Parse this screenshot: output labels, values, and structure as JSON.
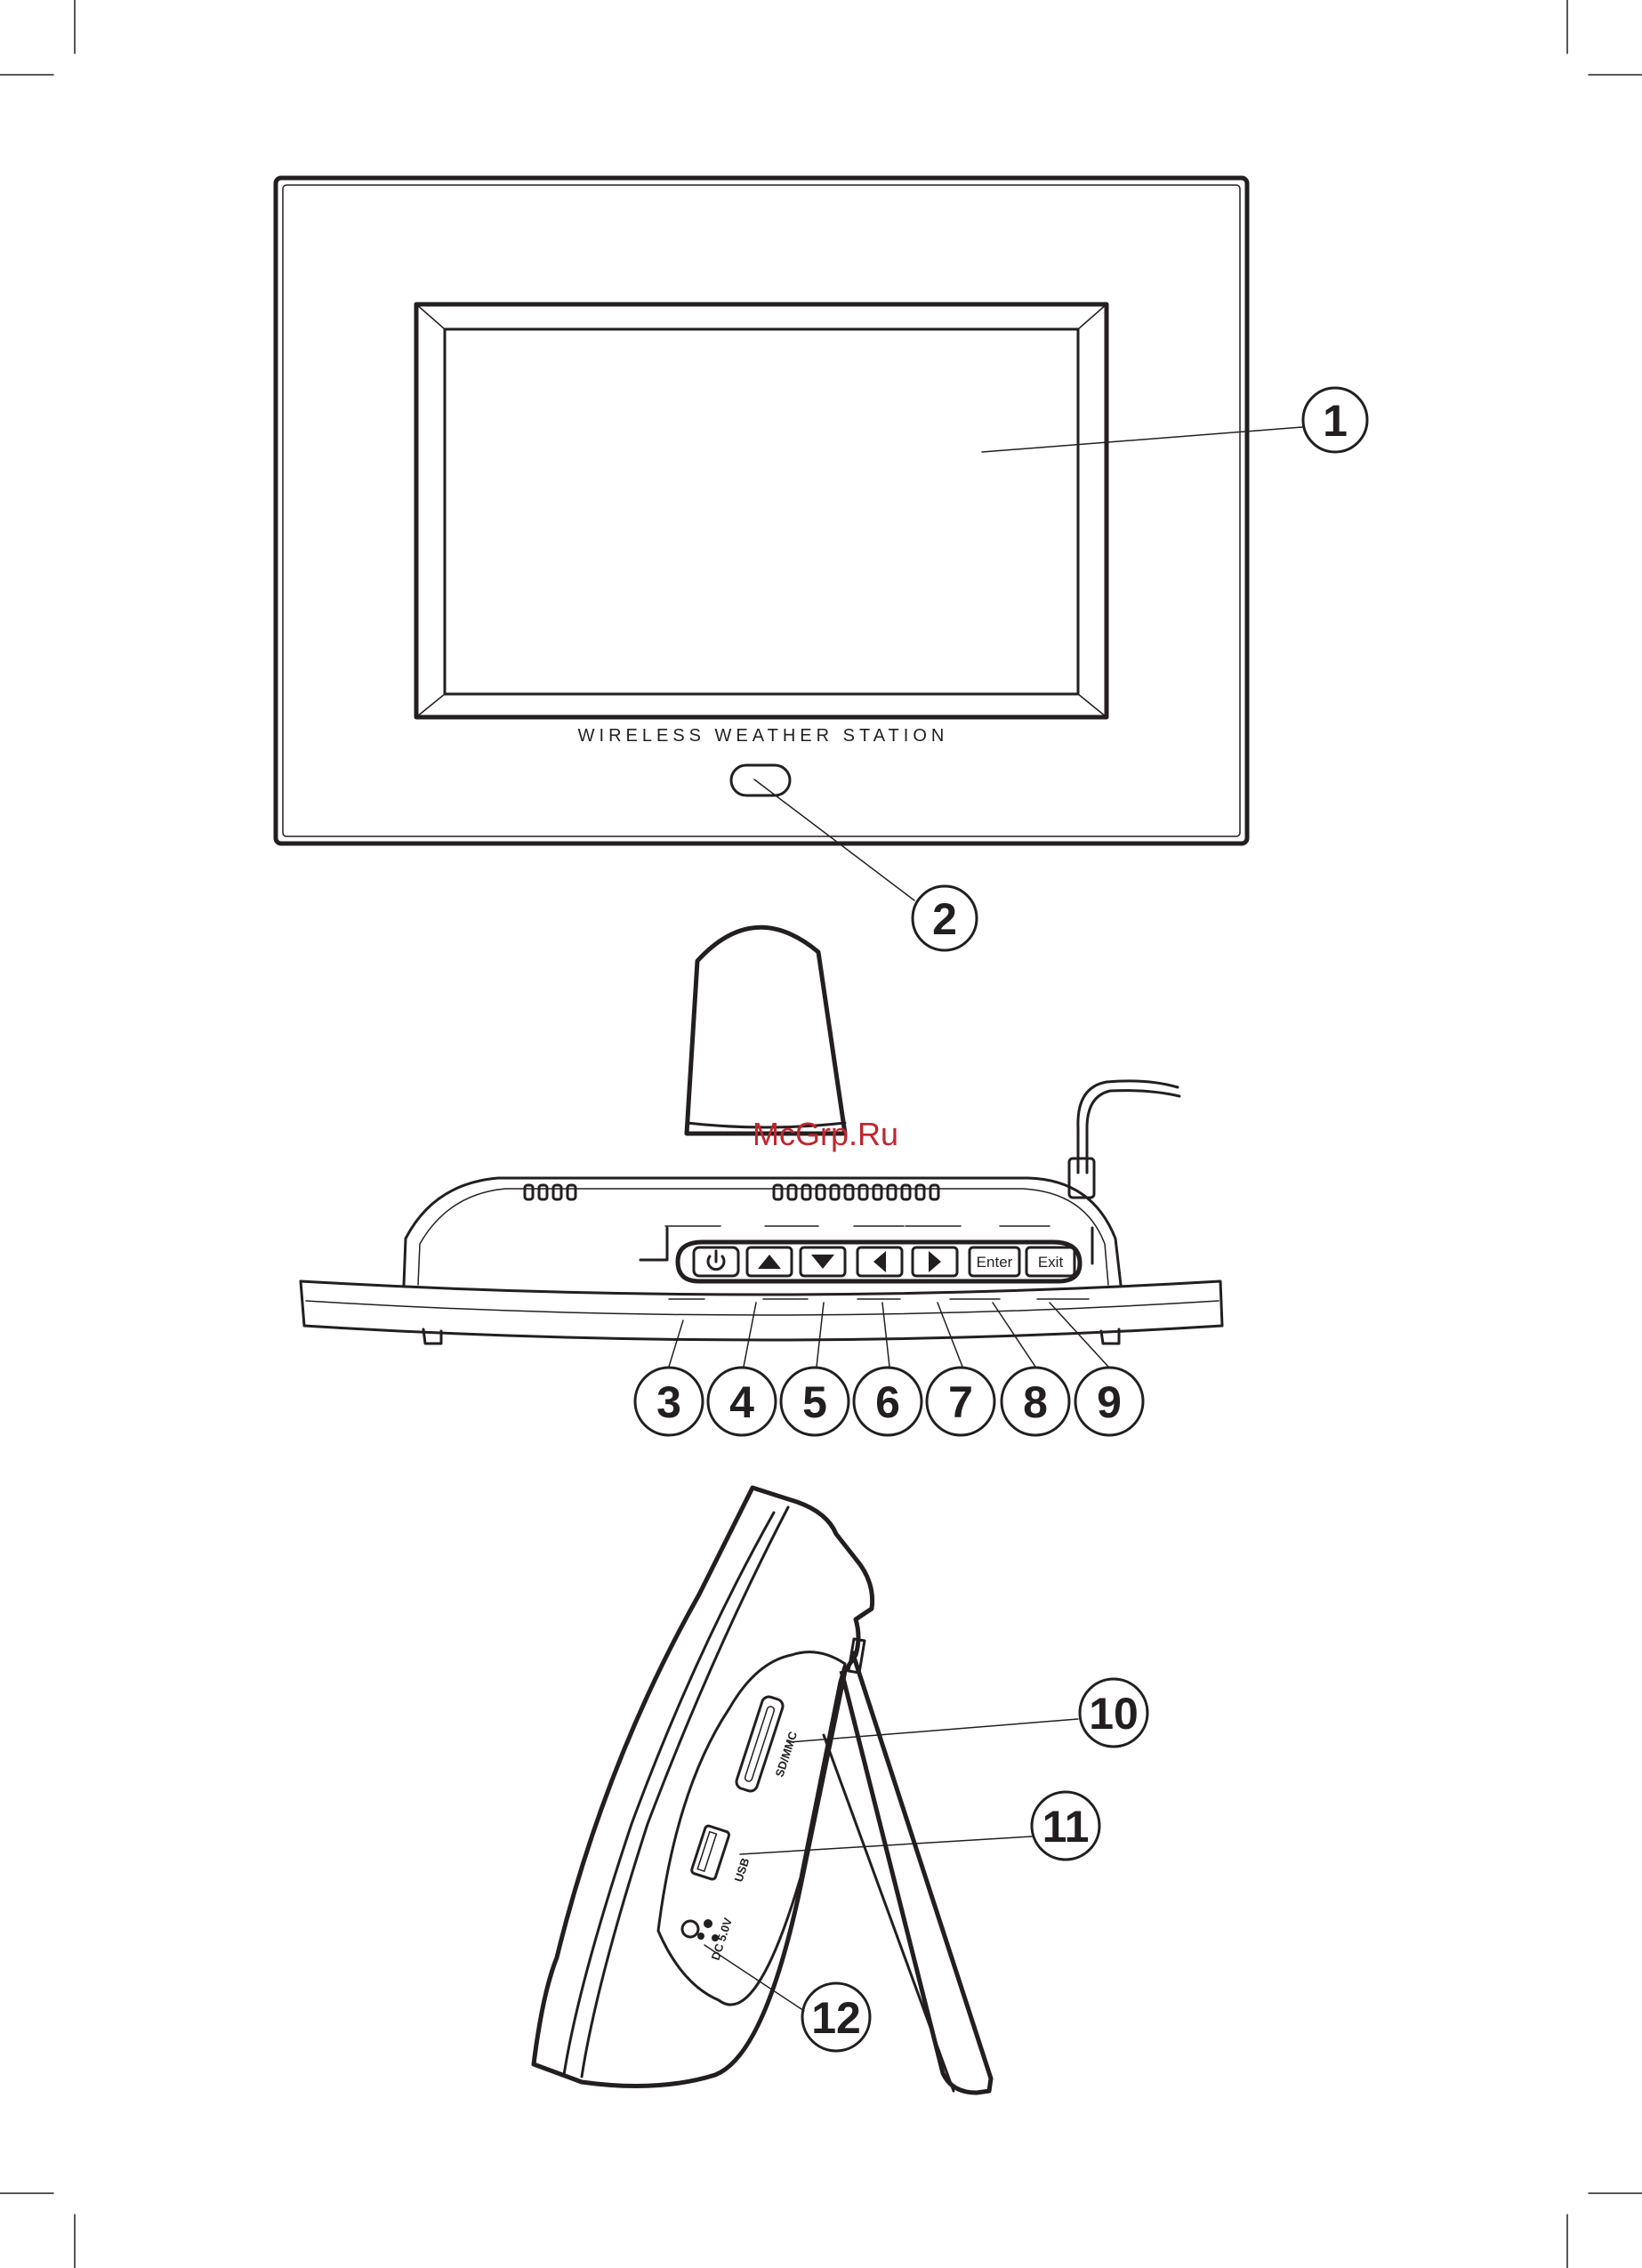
{
  "front_view": {
    "brand_label": "WIRELESS WEATHER STATION"
  },
  "buttons": {
    "enter_label": "Enter",
    "exit_label": "Exit"
  },
  "side_ports": {
    "card_slot_label": "SD/MMC",
    "usb_label": "USB",
    "power_label": "DC 5.0V"
  },
  "callouts": [
    "1",
    "2",
    "3",
    "4",
    "5",
    "6",
    "7",
    "8",
    "9",
    "10",
    "11",
    "12"
  ],
  "watermark": "McGrp.Ru",
  "colors": {
    "line": "#231f20",
    "watermark": "#c0262e"
  }
}
